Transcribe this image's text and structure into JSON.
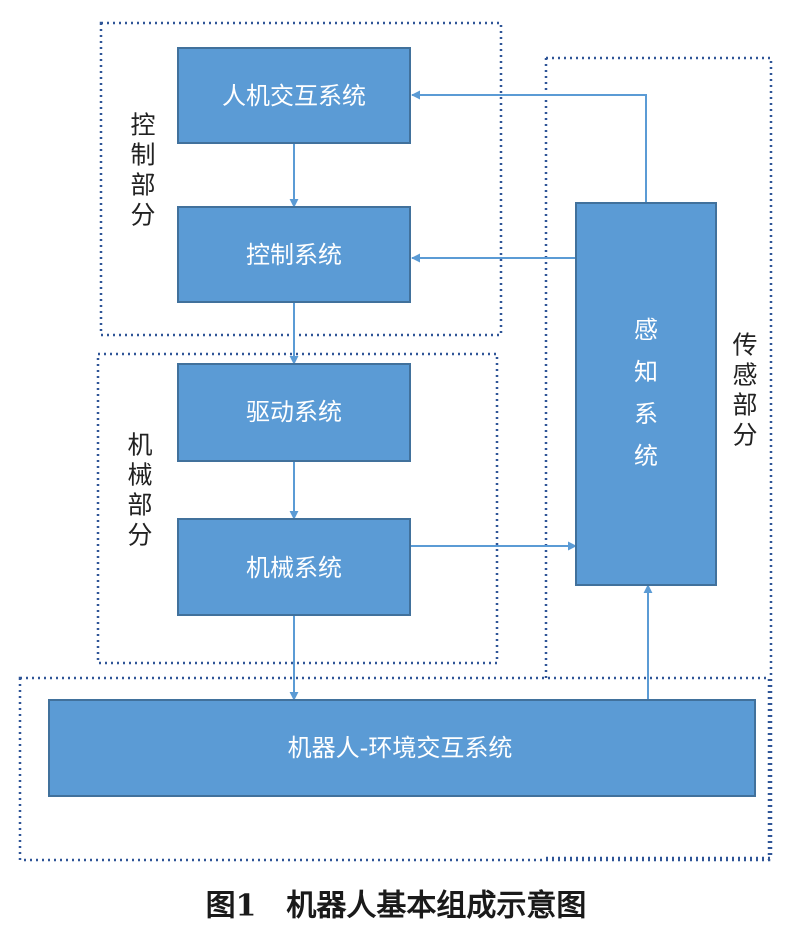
{
  "boxes": {
    "hci": "人机交互系统",
    "control": "控制系统",
    "drive": "驱动系统",
    "mechanical": "机械系统",
    "environment": "机器人-环境交互系统",
    "perception": [
      "感",
      "知",
      "系",
      "统"
    ]
  },
  "groups": {
    "control_part": [
      "控",
      "制",
      "部",
      "分"
    ],
    "mechanical_part": [
      "机",
      "械",
      "部",
      "分"
    ],
    "sensing_part": [
      "传",
      "感",
      "部",
      "分"
    ]
  },
  "caption": "图1　机器人基本组成示意图",
  "colors": {
    "box_fill": "#5b9bd5",
    "box_border": "#41719c",
    "arrow": "#5b9bd5",
    "dotted_border": "#2f5597"
  }
}
